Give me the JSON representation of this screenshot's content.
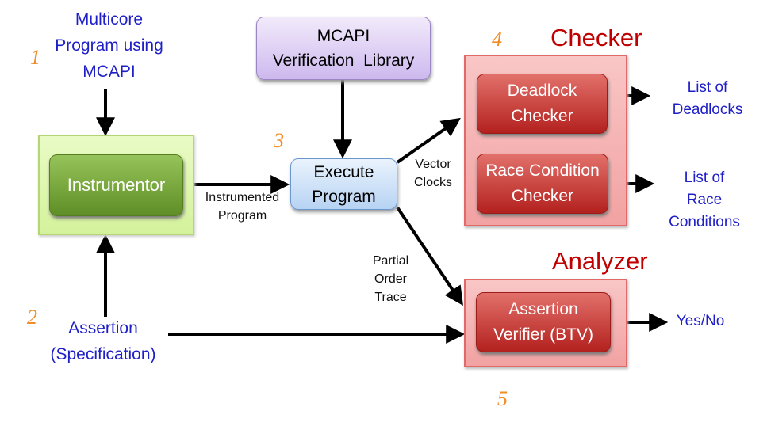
{
  "steps": {
    "s1": "1",
    "s2": "2",
    "s3": "3",
    "s4": "4",
    "s5": "5"
  },
  "input_program": [
    "Multicore",
    "Program using",
    "MCAPI"
  ],
  "instrumentor": "Instrumentor",
  "assertion": [
    "Assertion",
    "(Specification)"
  ],
  "library": [
    "MCAPI",
    "Verification  Library"
  ],
  "execute": [
    "Execute",
    "Program"
  ],
  "instrumented": [
    "Instrumented",
    "Program"
  ],
  "vector_clocks": [
    "Vector",
    "Clocks"
  ],
  "partial_order": [
    "Partial",
    "Order",
    "Trace"
  ],
  "checker_title": "Checker",
  "deadlock_checker": [
    "Deadlock",
    "Checker"
  ],
  "race_checker": [
    "Race Condition",
    "Checker"
  ],
  "analyzer_title": "Analyzer",
  "assertion_verifier": [
    "Assertion",
    "Verifier (BTV)"
  ],
  "out_deadlocks": [
    "List of",
    "Deadlocks"
  ],
  "out_race": [
    "List of",
    "Race",
    "Conditions"
  ],
  "out_yesno": "Yes/No",
  "colors": {
    "blue_text": "#1f1fc8",
    "orange_number": "#f28c28",
    "red_title": "#c00000"
  }
}
